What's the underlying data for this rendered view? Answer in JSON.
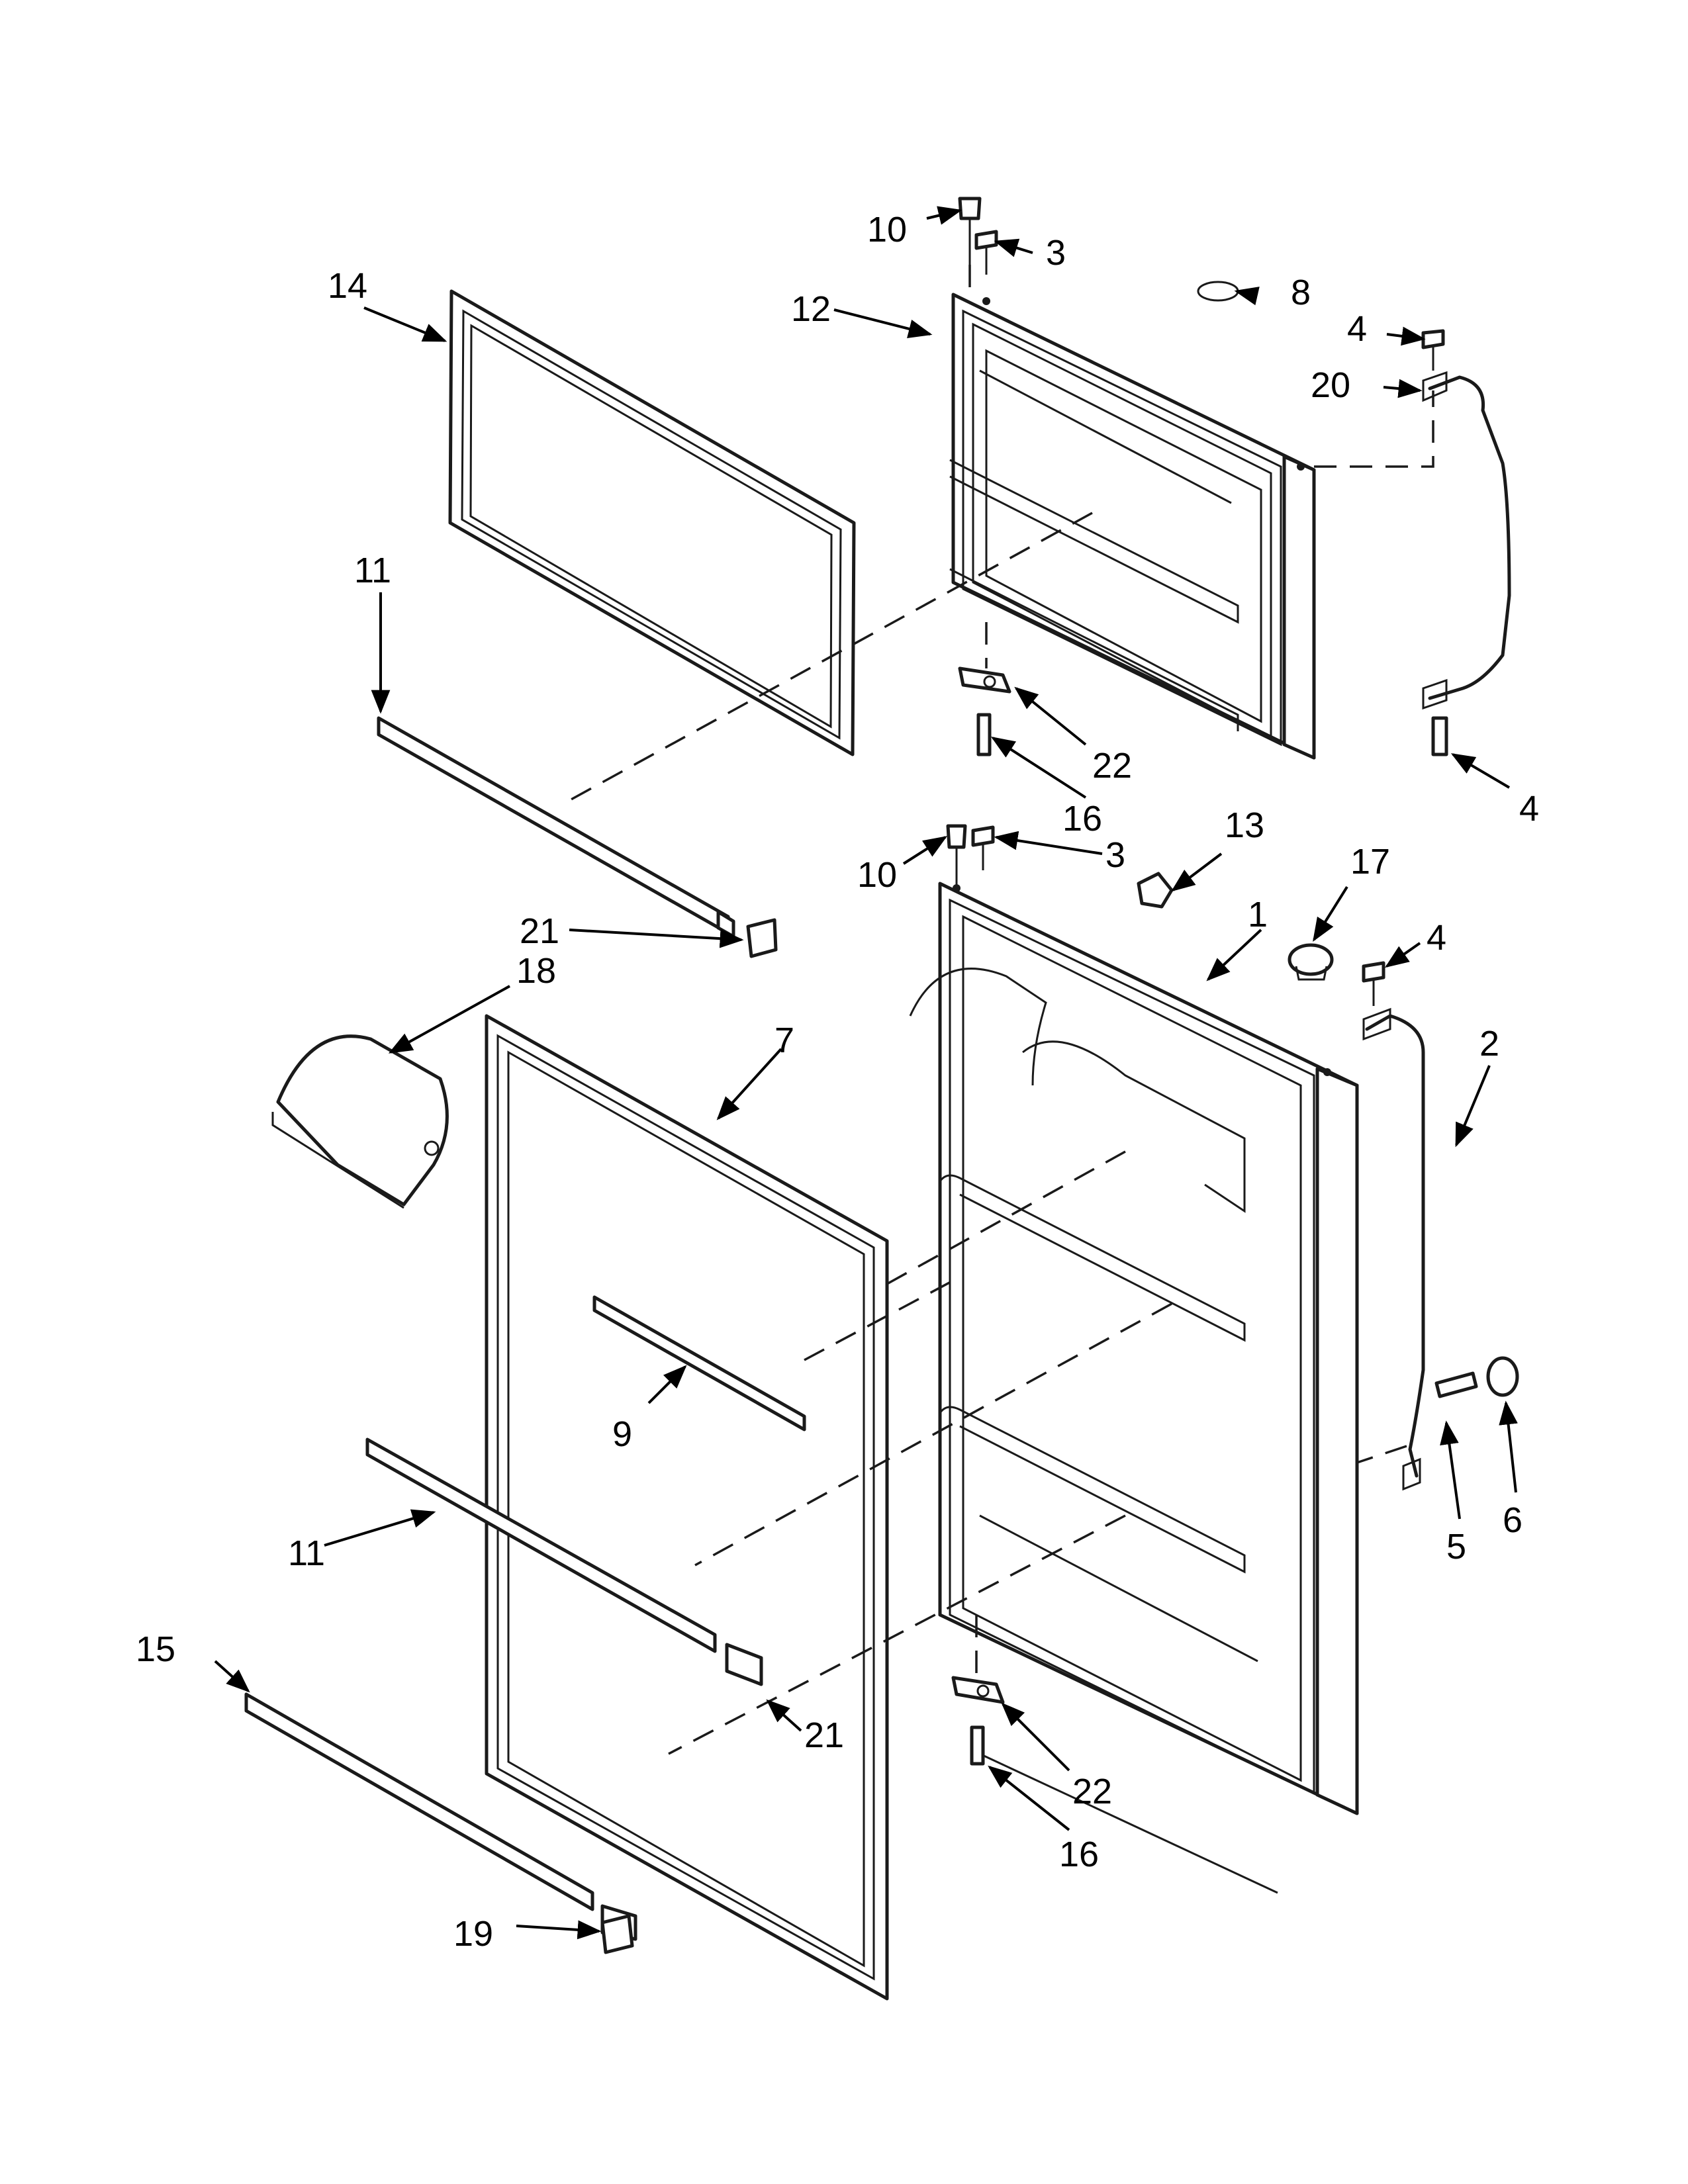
{
  "diagram": {
    "callouts": {
      "c1": "1",
      "c2": "2",
      "c3a": "3",
      "c3b": "3",
      "c4a": "4",
      "c4b": "4",
      "c4c": "4",
      "c5": "5",
      "c6": "6",
      "c7": "7",
      "c8": "8",
      "c9": "9",
      "c10a": "10",
      "c10b": "10",
      "c11a": "11",
      "c11b": "11",
      "c12": "12",
      "c13": "13",
      "c14": "14",
      "c15": "15",
      "c16a": "16",
      "c16b": "16",
      "c17": "17",
      "c18": "18",
      "c19": "19",
      "c20": "20",
      "c21a": "21",
      "c21b": "21",
      "c22a": "22",
      "c22b": "22"
    }
  }
}
